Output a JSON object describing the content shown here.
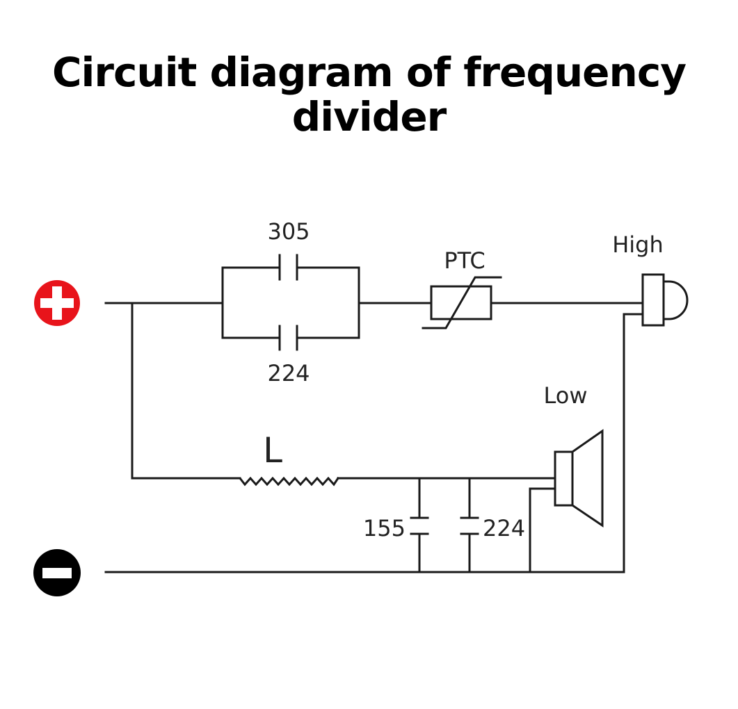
{
  "title": {
    "line1": "Circuit diagram of frequency",
    "line2": "divider"
  },
  "terminals": {
    "positive": {
      "label": "+",
      "icon": "plus-circle-icon",
      "color": "#e8141b"
    },
    "negative": {
      "label": "-",
      "icon": "minus-circle-icon",
      "color": "#000000"
    }
  },
  "components": {
    "cap_top": {
      "type": "capacitor",
      "label": "305"
    },
    "cap_bottom": {
      "type": "capacitor",
      "label": "224"
    },
    "ptc": {
      "type": "PTC thermistor",
      "label": "PTC"
    },
    "tweeter": {
      "type": "tweeter",
      "label": "High"
    },
    "woofer": {
      "type": "woofer",
      "label": "Low"
    },
    "inductor": {
      "type": "inductor",
      "label": "L"
    },
    "cap_shunt_1": {
      "type": "capacitor",
      "label": "155"
    },
    "cap_shunt_2": {
      "type": "capacitor",
      "label": "224"
    }
  }
}
